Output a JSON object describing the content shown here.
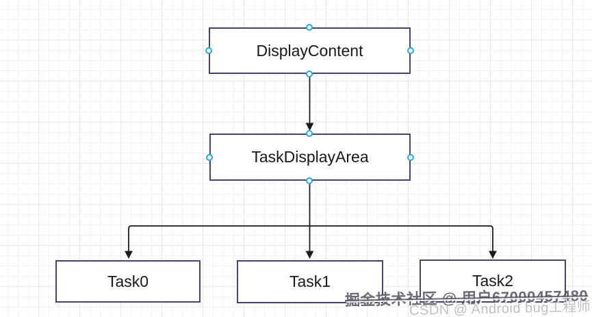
{
  "diagram": {
    "nodes": [
      {
        "id": "displaycontent",
        "label": "DisplayContent"
      },
      {
        "id": "taskdisplayarea",
        "label": "TaskDisplayArea"
      },
      {
        "id": "task0",
        "label": "Task0"
      },
      {
        "id": "task1",
        "label": "Task1"
      },
      {
        "id": "task2",
        "label": "Task2"
      }
    ],
    "edges": [
      {
        "from": "DisplayContent",
        "to": "TaskDisplayArea"
      },
      {
        "from": "TaskDisplayArea",
        "to": "Task0"
      },
      {
        "from": "TaskDisplayArea",
        "to": "Task1"
      },
      {
        "from": "TaskDisplayArea",
        "to": "Task2"
      }
    ]
  },
  "watermarks": {
    "juejin": "掘金技术社区 @ 用户67000457480",
    "csdn": "CSDN @ Android bug工程师"
  },
  "colors": {
    "shape_stroke": "#45456b",
    "connector": "#1c1c1e",
    "handle_blue": "#29a8e2",
    "grid_minor": "#f3f3f5",
    "grid_major": "#e7e7eb",
    "canvas_bg": "#ffffff"
  }
}
